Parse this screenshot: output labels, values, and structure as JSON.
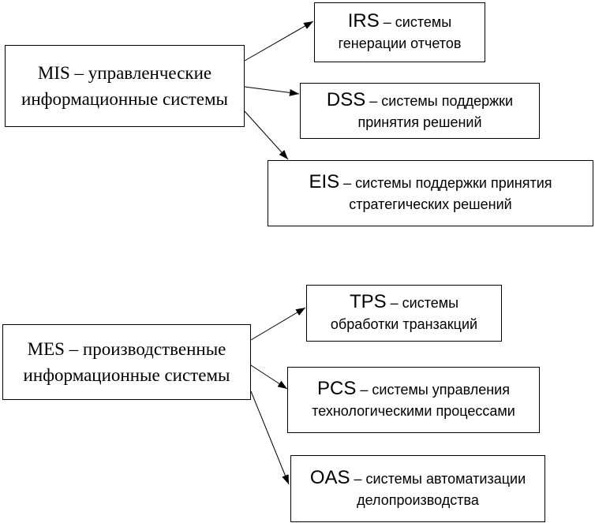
{
  "diagram": {
    "colors": {
      "line": "#000000",
      "background": "#ffffff"
    },
    "groups": [
      {
        "source": {
          "line1": "MIS – управленческие",
          "line2": "информационные системы"
        },
        "targets": [
          {
            "abbr": "IRS",
            "desc1": " – системы",
            "desc2": "генерации отчетов"
          },
          {
            "abbr": "DSS",
            "desc1": " – системы поддержки",
            "desc2": "принятия решений"
          },
          {
            "abbr": "EIS",
            "desc1": " – системы поддержки принятия",
            "desc2": "стратегических решений"
          }
        ]
      },
      {
        "source": {
          "line1": "MES – производственные",
          "line2": "информационные системы"
        },
        "targets": [
          {
            "abbr": "TPS",
            "desc1": " – системы",
            "desc2": "обработки транзакций"
          },
          {
            "abbr": "PCS",
            "desc1": " – системы управления",
            "desc2": "технологическими процессами"
          },
          {
            "abbr": "OAS",
            "desc1": " – системы автоматизации",
            "desc2": "делопроизводства"
          }
        ]
      }
    ]
  }
}
